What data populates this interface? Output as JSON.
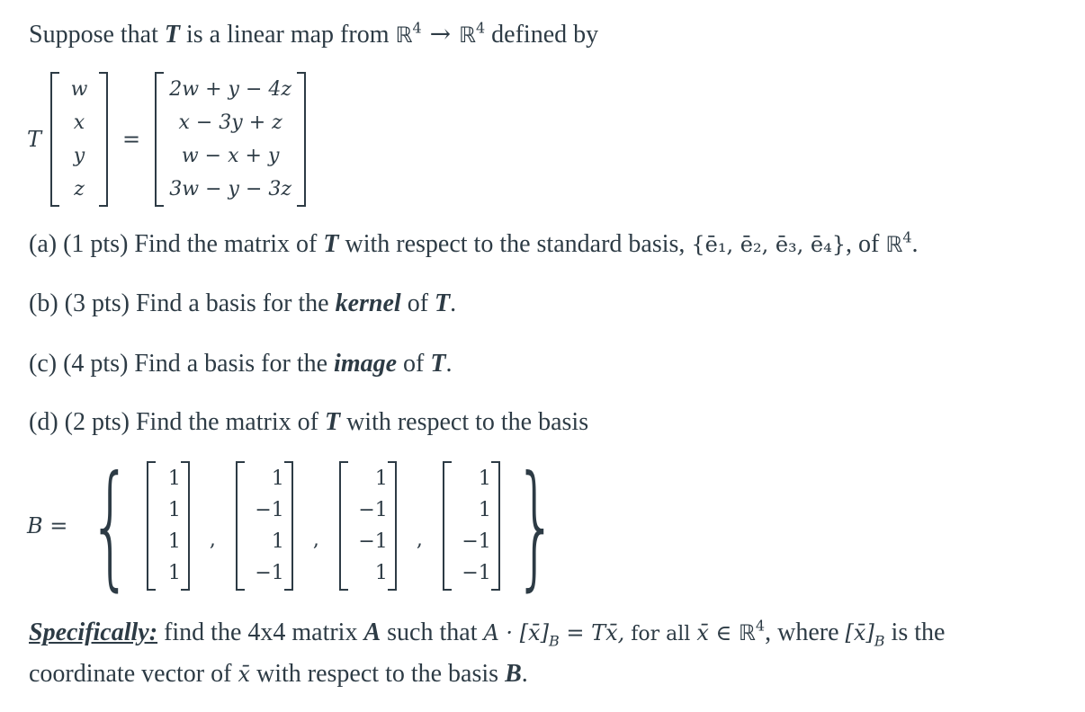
{
  "intro": {
    "prefix": "Suppose that ",
    "T": "T",
    "middle": " is a linear map from ",
    "R": "ℝ",
    "exp": "4",
    "arrow": " → ",
    "suffix": " defined by"
  },
  "definition": {
    "lhs_label": "T",
    "input_vector": [
      "w",
      "x",
      "y",
      "z"
    ],
    "equals": "=",
    "output_vector": [
      "2w + y − 4z",
      "x − 3y + z",
      "w − x + y",
      "3w − y − 3z"
    ]
  },
  "parts": {
    "a": {
      "prefix": "(a) (1 pts) Find the matrix of ",
      "T": "T",
      "middle": " with respect to the standard basis, ",
      "basis": "{ē₁, ē₂, ē₃, ē₄}",
      "of": ", of ",
      "R": "ℝ",
      "exp": "4",
      "end": "."
    },
    "b": {
      "prefix": "(b) (3 pts) Find a basis for the ",
      "emph": "kernel",
      "middle": " of ",
      "T": "T",
      "end": "."
    },
    "c": {
      "prefix": "(c) (4 pts) Find a basis for the ",
      "emph": "image",
      "middle": " of ",
      "T": "T",
      "end": "."
    },
    "d": {
      "prefix": "(d) (2 pts) Find the matrix of ",
      "T": "T",
      "suffix": " with respect to the basis"
    }
  },
  "basis_B": {
    "label": "B =",
    "vectors": [
      [
        "1",
        "1",
        "1",
        "1"
      ],
      [
        "1",
        "−1",
        "1",
        "−1"
      ],
      [
        "1",
        "−1",
        "−1",
        "1"
      ],
      [
        "1",
        "1",
        "−1",
        "−1"
      ]
    ],
    "separator": ","
  },
  "specifically": {
    "label": "Specifically:",
    "t1": " find the 4x4 matrix ",
    "A": "A",
    "t2": " such that ",
    "eq_lhs": "A · [x̄]",
    "subB": "B",
    "eq_rhs": " = Tx̄,",
    "t3": " for all ",
    "xin": "x̄ ∈ ",
    "R": "ℝ",
    "exp": "4",
    "t4": ", where ",
    "coord": "[x̄]",
    "t5": " is the",
    "line2_prefix": "coordinate vector of ",
    "xbar": "x̄",
    "line2_middle": " with respect to the basis ",
    "B": "B",
    "end": "."
  }
}
